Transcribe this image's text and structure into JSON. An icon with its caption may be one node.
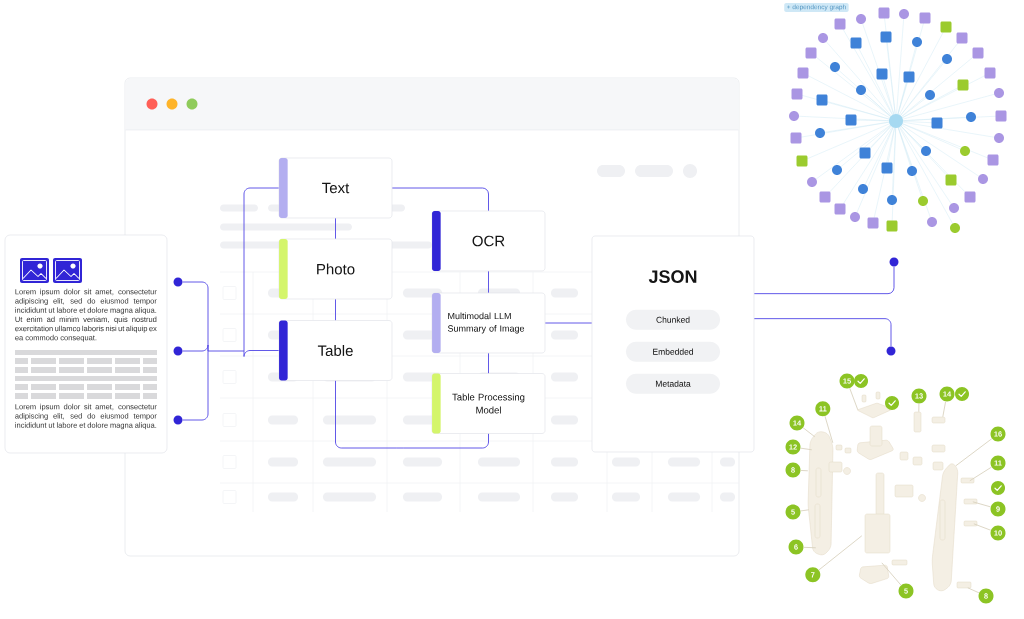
{
  "diagram": {
    "nodes": [
      {
        "text": [
          "Lorem ipsum dolor sit amet, consectetur adipiscing elit, sed do eiusmod tempor incididunt ut labore et dolore magna aliqua. Ut enim ad minim veniam, quis nostrud exercitation ullamco laboris nisi ut aliquip ex ea commodo consequat.",
          "Lorem ipsum dolor sit amet, consectetur adipiscing elit, sed do eiusmod tempor incididunt ut labore et dolore magna aliqua."
        ]
      },
      {
        "text": [],
        "shape": "circle"
      },
      {
        "text": [],
        "shape": "circle"
      },
      {
        "text": [],
        "shape": "circle"
      },
      {
        "text": [
          "Text"
        ]
      },
      {
        "text": [
          "Photo"
        ]
      },
      {
        "text": [
          "Table"
        ]
      },
      {
        "text": [
          "OCR"
        ]
      },
      {
        "text": [
          "Multimodal LLM Summary of Image"
        ]
      },
      {
        "text": [
          "Table Processing Model"
        ]
      },
      {
        "text": [
          "JSON"
        ]
      },
      {
        "text": [
          "Chunked"
        ],
        "in": 10
      },
      {
        "text": [
          "Embedded"
        ],
        "in": 10
      },
      {
        "text": [
          "Metadata"
        ],
        "in": 10
      },
      {
        "text": [],
        "shape": "circle"
      },
      {
        "text": [],
        "shape": "circle"
      },
      {
        "text": [],
        "shape": "picture"
      },
      {
        "text": [
          "15"
        ]
      },
      {
        "text": [
          "13"
        ]
      },
      {
        "text": [
          "14"
        ]
      },
      {
        "text": [
          "11"
        ],
        "in": 16
      },
      {
        "text": [
          "14"
        ]
      },
      {
        "text": [
          "16"
        ]
      },
      {
        "text": [
          "12"
        ]
      },
      {
        "text": [
          "11"
        ]
      },
      {
        "text": [
          "8"
        ]
      },
      {
        "text": [
          "9"
        ]
      },
      {
        "text": [
          "5"
        ]
      },
      {
        "text": [
          "10"
        ]
      },
      {
        "text": [
          "6"
        ]
      },
      {
        "text": [
          "7"
        ],
        "in": 16
      },
      {
        "text": [
          "5"
        ]
      },
      {
        "text": [
          "8"
        ]
      }
    ],
    "edges": [
      {
        "from": 1,
        "to": 4,
        "arrow": "none",
        "color": "#5046e5"
      },
      {
        "from": 2,
        "to": 4,
        "arrow": "none",
        "color": "#5046e5"
      },
      {
        "from": 3,
        "to": 4,
        "arrow": "none",
        "color": "#5046e5"
      },
      {
        "from": 1,
        "to": 6,
        "arrow": "none",
        "color": "#5046e5"
      },
      {
        "from": 2,
        "to": 6,
        "arrow": "none",
        "color": "#5046e5"
      },
      {
        "from": 3,
        "to": 6,
        "arrow": "none",
        "color": "#5046e5"
      },
      {
        "from": 4,
        "to": 5,
        "arrow": "none",
        "color": "#5046e5"
      },
      {
        "from": 5,
        "to": 6,
        "arrow": "none",
        "color": "#5046e5"
      },
      {
        "from": 4,
        "to": 7,
        "arrow": "none",
        "color": "#5046e5"
      },
      {
        "from": 7,
        "to": 8,
        "arrow": "none",
        "color": "#5046e5"
      },
      {
        "from": 8,
        "to": 9,
        "arrow": "none",
        "color": "#5046e5"
      },
      {
        "from": 6,
        "to": 9,
        "arrow": "none",
        "color": "#5046e5"
      },
      {
        "from": 8,
        "to": 10,
        "arrow": "none",
        "color": "#5046e5"
      },
      {
        "from": 10,
        "to": 14,
        "arrow": "none",
        "color": "#5046e5"
      },
      {
        "from": 10,
        "to": 15,
        "arrow": "none",
        "color": "#5046e5"
      },
      {
        "from": 17,
        "to": 16,
        "arrow": "none"
      },
      {
        "from": 18,
        "to": 16,
        "arrow": "none"
      },
      {
        "from": 19,
        "to": 16,
        "arrow": "none"
      },
      {
        "from": 20,
        "to": 16,
        "arrow": "none"
      },
      {
        "from": 21,
        "to": 16,
        "arrow": "none"
      },
      {
        "from": 22,
        "to": 16,
        "arrow": "none"
      },
      {
        "from": 23,
        "to": 16,
        "arrow": "none"
      },
      {
        "from": 24,
        "to": 16,
        "arrow": "none"
      },
      {
        "from": 25,
        "to": 16,
        "arrow": "none"
      },
      {
        "from": 26,
        "to": 16,
        "arrow": "none"
      },
      {
        "from": 27,
        "to": 16,
        "arrow": "none"
      },
      {
        "from": 28,
        "to": 16,
        "arrow": "none"
      },
      {
        "from": 29,
        "to": 16,
        "arrow": "none"
      },
      {
        "from": 30,
        "to": 16,
        "arrow": "none"
      },
      {
        "from": 31,
        "to": 16,
        "arrow": "none"
      },
      {
        "from": 32,
        "to": 16,
        "arrow": "none"
      }
    ],
    "labels": [
      "+ dependency graph"
    ]
  }
}
